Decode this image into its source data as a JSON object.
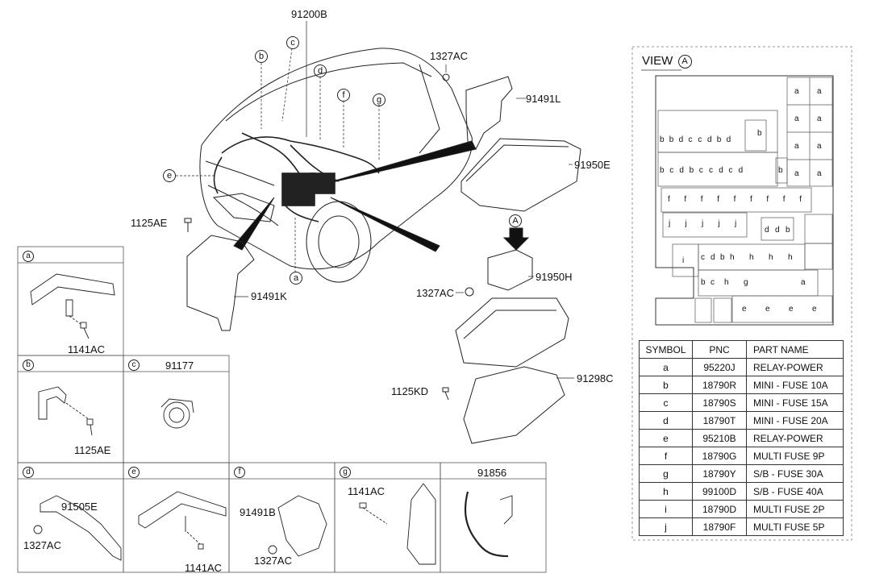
{
  "main_callouts": {
    "c91200B": "91200B",
    "c1327AC_top": "1327AC",
    "c91491L": "91491L",
    "c91950E": "91950E",
    "c1125AE_main": "1125AE",
    "c91491K": "91491K",
    "c91950H": "91950H",
    "c1327AC_mid": "1327AC",
    "c1125KD": "1125KD",
    "c91298C": "91298C"
  },
  "circle_letters": {
    "b": "b",
    "c": "c",
    "d": "d",
    "f": "f",
    "g": "g",
    "e": "e",
    "a": "a",
    "A": "A"
  },
  "panels": {
    "a": {
      "letter": "a",
      "parts": [
        "1141AC"
      ]
    },
    "b": {
      "letter": "b",
      "parts": [
        "1125AE"
      ]
    },
    "c": {
      "letter": "c",
      "title": "91177"
    },
    "d": {
      "letter": "d",
      "parts": [
        "91505E",
        "1327AC"
      ]
    },
    "e": {
      "letter": "e",
      "parts": [
        "1141AC"
      ]
    },
    "f": {
      "letter": "f",
      "parts": [
        "91491B",
        "1327AC"
      ]
    },
    "g": {
      "letter": "g",
      "parts": [
        "1141AC"
      ]
    },
    "h": {
      "title": "91856"
    }
  },
  "view": {
    "label": "VIEW",
    "letter": "A",
    "row1": [
      "b",
      "b",
      "d",
      "c",
      "c",
      "d",
      "b",
      "d"
    ],
    "row1_single": "b",
    "row2": [
      "b",
      "c",
      "d",
      "b",
      "c",
      "c",
      "d",
      "c",
      "d"
    ],
    "row2_extra": "b",
    "row3": [
      "f",
      "f",
      "f",
      "f",
      "f",
      "f",
      "f",
      "f",
      "f"
    ],
    "row4": [
      "j",
      "j",
      "j",
      "j",
      "j"
    ],
    "row4_right": [
      "d",
      "d",
      "b"
    ],
    "row5_i": "i",
    "row5": [
      "c",
      "d",
      "b",
      "h",
      "h",
      "h",
      "h"
    ],
    "row6": [
      "b",
      "c",
      "h",
      "g"
    ],
    "row6_a": "a",
    "row7": [
      "e",
      "e",
      "e",
      "e"
    ],
    "right_col": [
      "a",
      "a",
      "a",
      "a",
      "a",
      "a",
      "a",
      "a"
    ]
  },
  "table": {
    "headers": [
      "SYMBOL",
      "PNC",
      "PART NAME"
    ],
    "rows": [
      {
        "symbol": "a",
        "pnc": "95220J",
        "name": "RELAY-POWER"
      },
      {
        "symbol": "b",
        "pnc": "18790R",
        "name": "MINI - FUSE 10A"
      },
      {
        "symbol": "c",
        "pnc": "18790S",
        "name": "MINI - FUSE 15A"
      },
      {
        "symbol": "d",
        "pnc": "18790T",
        "name": "MINI - FUSE 20A"
      },
      {
        "symbol": "e",
        "pnc": "95210B",
        "name": "RELAY-POWER"
      },
      {
        "symbol": "f",
        "pnc": "18790G",
        "name": "MULTI FUSE 9P"
      },
      {
        "symbol": "g",
        "pnc": "18790Y",
        "name": "S/B - FUSE 30A"
      },
      {
        "symbol": "h",
        "pnc": "99100D",
        "name": "S/B - FUSE 40A"
      },
      {
        "symbol": "i",
        "pnc": "18790D",
        "name": "MULTI FUSE 2P"
      },
      {
        "symbol": "j",
        "pnc": "18790F",
        "name": "MULTI FUSE 5P"
      }
    ]
  }
}
